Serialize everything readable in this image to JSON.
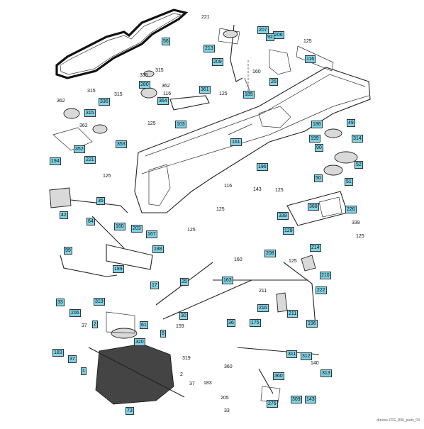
{
  "footer_code": "dtrarse-CFE_890_parts_03",
  "labels": [
    {
      "id": "56",
      "text": "56",
      "boxed": true
    },
    {
      "id": "221a",
      "text": "221",
      "boxed": false
    },
    {
      "id": "207",
      "text": "207",
      "boxed": true
    },
    {
      "id": "206a",
      "text": "206",
      "boxed": true
    },
    {
      "id": "125a",
      "text": "125",
      "boxed": false
    },
    {
      "id": "213",
      "text": "213",
      "boxed": true
    },
    {
      "id": "92",
      "text": "92",
      "boxed": true
    },
    {
      "id": "116a",
      "text": "116",
      "boxed": true
    },
    {
      "id": "209",
      "text": "209",
      "boxed": true
    },
    {
      "id": "160a",
      "text": "160",
      "boxed": false
    },
    {
      "id": "26",
      "text": "26",
      "boxed": true
    },
    {
      "id": "185",
      "text": "185",
      "boxed": true
    },
    {
      "id": "335",
      "text": "335",
      "boxed": false
    },
    {
      "id": "315a",
      "text": "315",
      "boxed": false
    },
    {
      "id": "280",
      "text": "280",
      "boxed": true
    },
    {
      "id": "362a",
      "text": "362",
      "boxed": false
    },
    {
      "id": "315b",
      "text": "315",
      "boxed": false
    },
    {
      "id": "362b",
      "text": "362",
      "boxed": false
    },
    {
      "id": "336",
      "text": "336",
      "boxed": true
    },
    {
      "id": "315c",
      "text": "315",
      "boxed": false
    },
    {
      "id": "116b",
      "text": "116",
      "boxed": false
    },
    {
      "id": "364",
      "text": "364",
      "boxed": true
    },
    {
      "id": "361",
      "text": "361",
      "boxed": true
    },
    {
      "id": "125b",
      "text": "125",
      "boxed": false
    },
    {
      "id": "315d",
      "text": "315",
      "boxed": true
    },
    {
      "id": "362c",
      "text": "362",
      "boxed": false
    },
    {
      "id": "103",
      "text": "103",
      "boxed": true
    },
    {
      "id": "125c",
      "text": "125",
      "boxed": false
    },
    {
      "id": "352",
      "text": "352",
      "boxed": true
    },
    {
      "id": "353",
      "text": "353",
      "boxed": true
    },
    {
      "id": "161",
      "text": "161",
      "boxed": true
    },
    {
      "id": "186",
      "text": "186",
      "boxed": true
    },
    {
      "id": "49",
      "text": "49",
      "boxed": true
    },
    {
      "id": "199",
      "text": "199",
      "boxed": true
    },
    {
      "id": "314",
      "text": "314",
      "boxed": true
    },
    {
      "id": "90",
      "text": "90",
      "boxed": true
    },
    {
      "id": "52",
      "text": "52",
      "boxed": true
    },
    {
      "id": "194",
      "text": "194",
      "boxed": true
    },
    {
      "id": "221b",
      "text": "221",
      "boxed": true
    },
    {
      "id": "125d",
      "text": "125",
      "boxed": false
    },
    {
      "id": "196a",
      "text": "196",
      "boxed": true
    },
    {
      "id": "50",
      "text": "50",
      "boxed": true
    },
    {
      "id": "51",
      "text": "51",
      "boxed": true
    },
    {
      "id": "116c",
      "text": "116",
      "boxed": false
    },
    {
      "id": "143a",
      "text": "143",
      "boxed": false
    },
    {
      "id": "42",
      "text": "42",
      "boxed": true
    },
    {
      "id": "35",
      "text": "35",
      "boxed": true
    },
    {
      "id": "125e",
      "text": "125",
      "boxed": false
    },
    {
      "id": "125f",
      "text": "125",
      "boxed": false
    },
    {
      "id": "368",
      "text": "368",
      "boxed": true
    },
    {
      "id": "226",
      "text": "226",
      "boxed": true
    },
    {
      "id": "339a",
      "text": "339",
      "boxed": true
    },
    {
      "id": "339b",
      "text": "339",
      "boxed": false
    },
    {
      "id": "64",
      "text": "64",
      "boxed": true
    },
    {
      "id": "125g",
      "text": "125",
      "boxed": false
    },
    {
      "id": "128",
      "text": "128",
      "boxed": true
    },
    {
      "id": "125h",
      "text": "125",
      "boxed": false
    },
    {
      "id": "160b",
      "text": "160",
      "boxed": true
    },
    {
      "id": "203",
      "text": "203",
      "boxed": true
    },
    {
      "id": "167",
      "text": "167",
      "boxed": true
    },
    {
      "id": "99",
      "text": "99",
      "boxed": true
    },
    {
      "id": "188",
      "text": "188",
      "boxed": true
    },
    {
      "id": "214",
      "text": "214",
      "boxed": true
    },
    {
      "id": "160c",
      "text": "160",
      "boxed": false
    },
    {
      "id": "208",
      "text": "208",
      "boxed": true
    },
    {
      "id": "125i",
      "text": "125",
      "boxed": false
    },
    {
      "id": "189",
      "text": "189",
      "boxed": true
    },
    {
      "id": "210",
      "text": "210",
      "boxed": true
    },
    {
      "id": "17",
      "text": "17",
      "boxed": true
    },
    {
      "id": "25",
      "text": "25",
      "boxed": true
    },
    {
      "id": "163",
      "text": "163",
      "boxed": true
    },
    {
      "id": "211a",
      "text": "211",
      "boxed": false
    },
    {
      "id": "222",
      "text": "222",
      "boxed": true
    },
    {
      "id": "216",
      "text": "216",
      "boxed": true
    },
    {
      "id": "211b",
      "text": "211",
      "boxed": true
    },
    {
      "id": "33a",
      "text": "33",
      "boxed": true
    },
    {
      "id": "319a",
      "text": "319",
      "boxed": true
    },
    {
      "id": "30",
      "text": "30",
      "boxed": true
    },
    {
      "id": "196b",
      "text": "196",
      "boxed": true
    },
    {
      "id": "206b",
      "text": "206",
      "boxed": true
    },
    {
      "id": "2a",
      "text": "2",
      "boxed": true
    },
    {
      "id": "159",
      "text": "159",
      "boxed": false
    },
    {
      "id": "36",
      "text": "36",
      "boxed": true
    },
    {
      "id": "175",
      "text": "175",
      "boxed": true
    },
    {
      "id": "37a",
      "text": "37",
      "boxed": false
    },
    {
      "id": "61",
      "text": "61",
      "boxed": true
    },
    {
      "id": "6",
      "text": "6",
      "boxed": true
    },
    {
      "id": "183a",
      "text": "183",
      "boxed": true
    },
    {
      "id": "320",
      "text": "320",
      "boxed": true
    },
    {
      "id": "37b",
      "text": "37",
      "boxed": true
    },
    {
      "id": "319b",
      "text": "319",
      "boxed": false
    },
    {
      "id": "311",
      "text": "311",
      "boxed": true
    },
    {
      "id": "312",
      "text": "312",
      "boxed": true
    },
    {
      "id": "360a",
      "text": "360",
      "boxed": false
    },
    {
      "id": "140",
      "text": "140",
      "boxed": false
    },
    {
      "id": "1",
      "text": "1",
      "boxed": true
    },
    {
      "id": "313",
      "text": "313",
      "boxed": true
    },
    {
      "id": "360b",
      "text": "360",
      "boxed": true
    },
    {
      "id": "2b",
      "text": "2",
      "boxed": false
    },
    {
      "id": "37c",
      "text": "37",
      "boxed": false
    },
    {
      "id": "183b",
      "text": "183",
      "boxed": false
    },
    {
      "id": "205",
      "text": "205",
      "boxed": false
    },
    {
      "id": "73",
      "text": "73",
      "boxed": true
    },
    {
      "id": "33b",
      "text": "33",
      "boxed": false
    },
    {
      "id": "276",
      "text": "276",
      "boxed": true
    },
    {
      "id": "309",
      "text": "309",
      "boxed": true
    },
    {
      "id": "143b",
      "text": "143",
      "boxed": true
    }
  ]
}
